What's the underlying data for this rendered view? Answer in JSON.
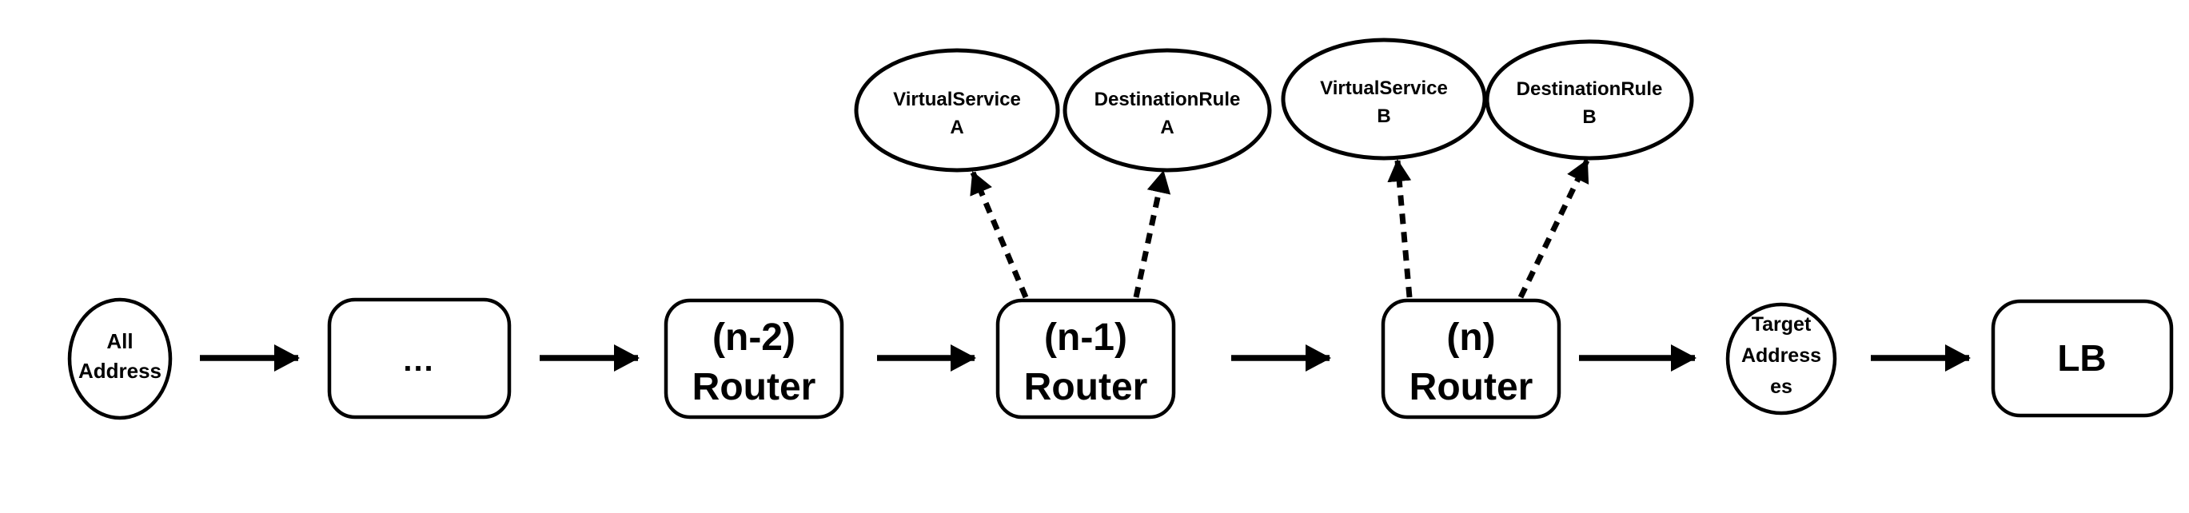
{
  "diagram": {
    "background_color": "#ffffff",
    "line_color": "#000000",
    "nodes": {
      "all_address": {
        "shape": "ellipse",
        "lines": [
          "All",
          "Address"
        ]
      },
      "dots": {
        "shape": "rounded-rect",
        "lines": [
          "..."
        ]
      },
      "router_n_minus_2": {
        "shape": "rounded-rect",
        "lines": [
          "(n-2)",
          "Router"
        ]
      },
      "router_n_minus_1": {
        "shape": "rounded-rect",
        "lines": [
          "(n-1)",
          "Router"
        ]
      },
      "router_n": {
        "shape": "rounded-rect",
        "lines": [
          "(n)",
          "Router"
        ]
      },
      "target_addresses": {
        "shape": "ellipse",
        "lines": [
          "Target",
          "Address",
          "es"
        ]
      },
      "lb": {
        "shape": "rounded-rect",
        "lines": [
          "LB"
        ]
      },
      "virtual_service_a": {
        "shape": "ellipse",
        "lines": [
          "VirtualService",
          "A"
        ]
      },
      "destination_rule_a": {
        "shape": "ellipse",
        "lines": [
          "DestinationRule",
          "A"
        ]
      },
      "virtual_service_b": {
        "shape": "ellipse",
        "lines": [
          "VirtualService",
          "B"
        ]
      },
      "destination_rule_b": {
        "shape": "ellipse",
        "lines": [
          "DestinationRule",
          "B"
        ]
      }
    },
    "edges": {
      "flow": [
        {
          "from": "all_address",
          "to": "dots",
          "style": "solid-arrow"
        },
        {
          "from": "dots",
          "to": "router_n_minus_2",
          "style": "solid-arrow"
        },
        {
          "from": "router_n_minus_2",
          "to": "router_n_minus_1",
          "style": "solid-arrow"
        },
        {
          "from": "router_n_minus_1",
          "to": "router_n",
          "style": "solid-arrow"
        },
        {
          "from": "router_n",
          "to": "target_addresses",
          "style": "solid-arrow"
        },
        {
          "from": "target_addresses",
          "to": "lb",
          "style": "solid-arrow"
        }
      ],
      "references": [
        {
          "from": "router_n_minus_1",
          "to": "virtual_service_a",
          "style": "dashed-arrow"
        },
        {
          "from": "router_n_minus_1",
          "to": "destination_rule_a",
          "style": "dashed-arrow"
        },
        {
          "from": "router_n",
          "to": "virtual_service_b",
          "style": "dashed-arrow"
        },
        {
          "from": "router_n",
          "to": "destination_rule_b",
          "style": "dashed-arrow"
        }
      ]
    }
  }
}
